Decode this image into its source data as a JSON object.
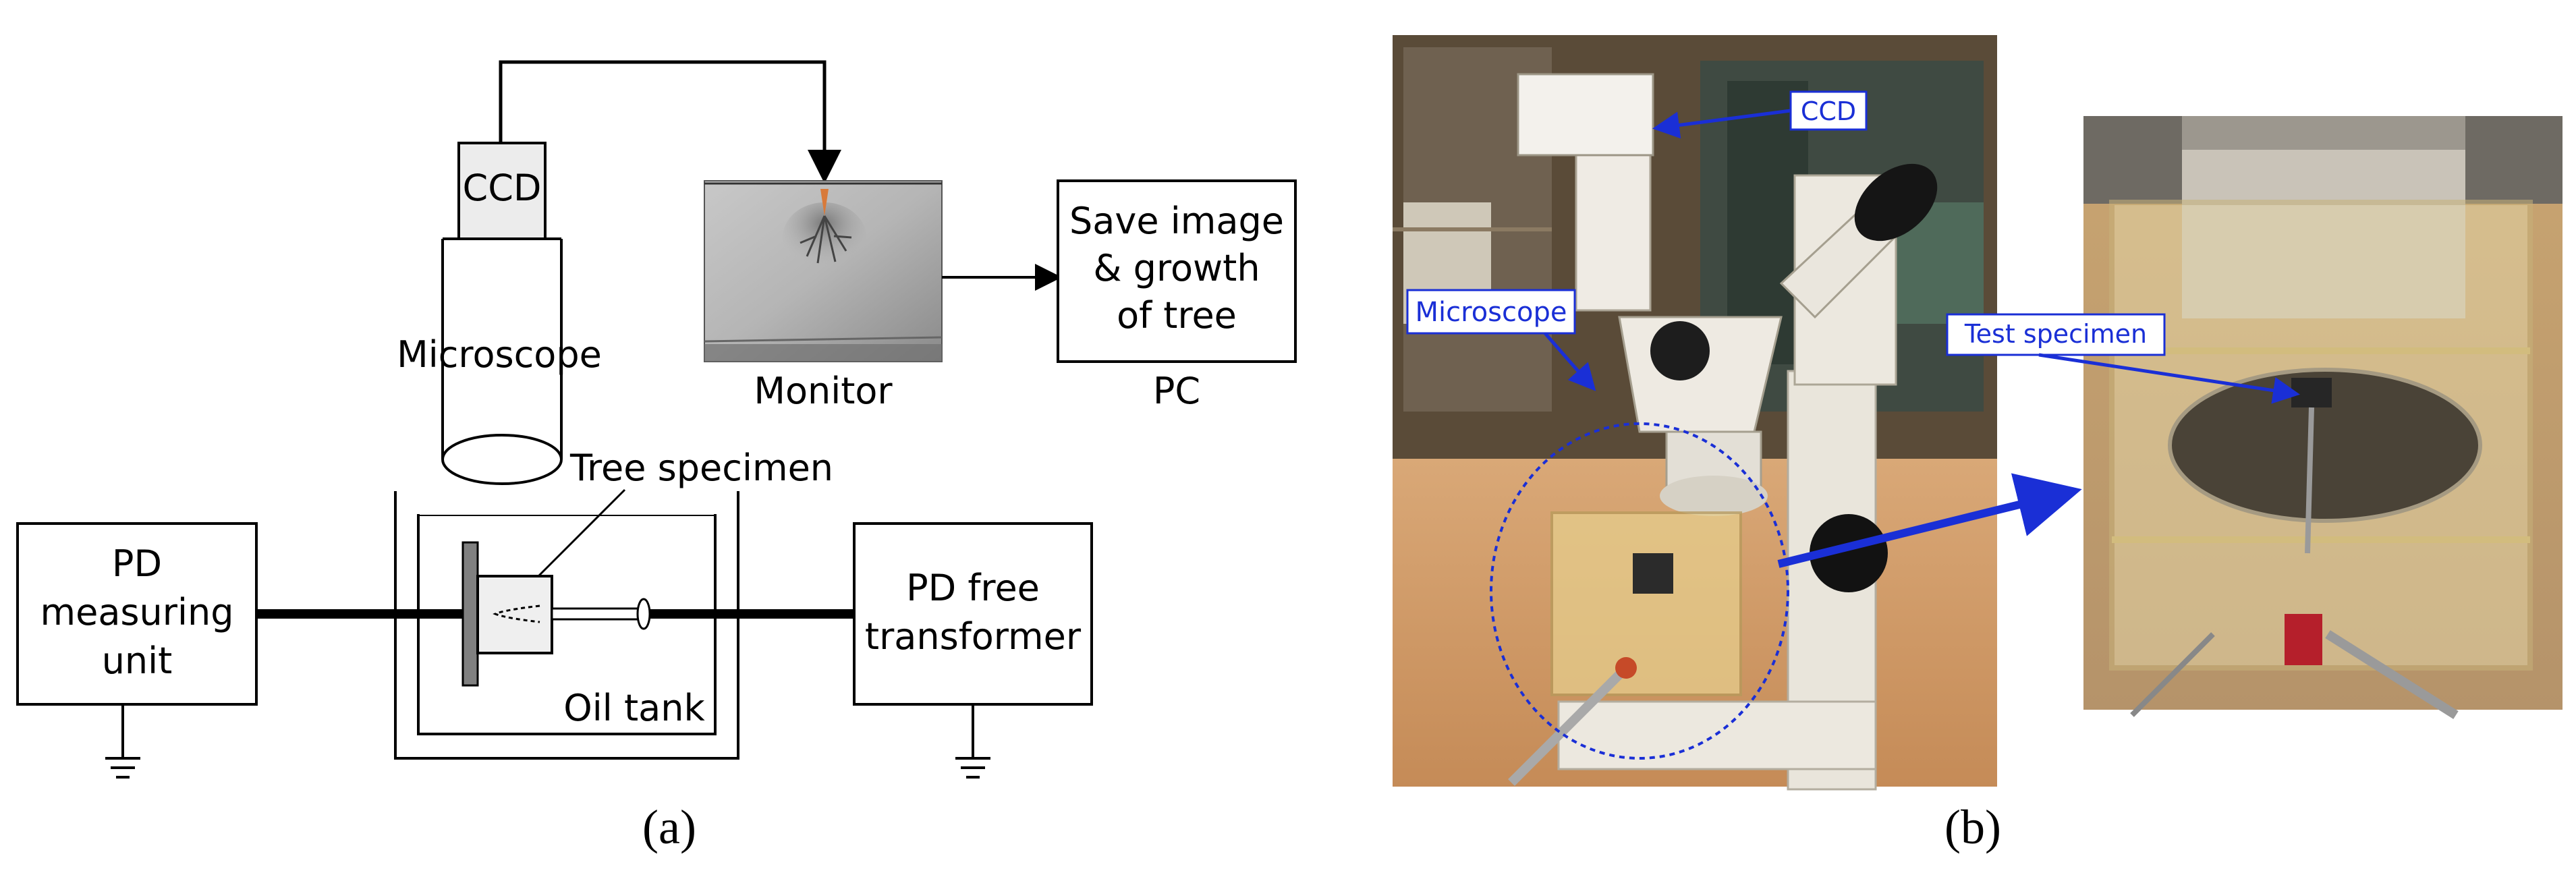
{
  "panel_a": {
    "caption": "(a)",
    "labels": {
      "ccd": "CCD",
      "microscope": "Microscope",
      "monitor": "Monitor",
      "pc_line1": "Save image",
      "pc_line2": "& growth",
      "pc_line3": "of tree",
      "pc": "PC",
      "tree_specimen": "Tree specimen",
      "pd_measuring_line1": "PD",
      "pd_measuring_line2": "measuring",
      "pd_measuring_line3": "unit",
      "oil_tank": "Oil tank",
      "pd_free_line1": "PD free",
      "pd_free_line2": "transformer"
    }
  },
  "panel_b": {
    "caption": "(b)",
    "callouts": {
      "ccd": "CCD",
      "microscope": "Microscope",
      "test_specimen": "Test specimen"
    }
  },
  "colors": {
    "callout_blue": "#1a2fd6",
    "line": "#000000"
  }
}
